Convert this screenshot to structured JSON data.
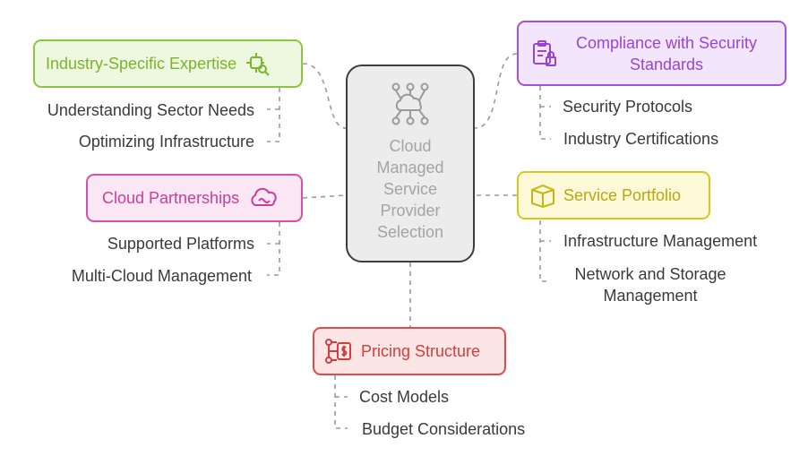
{
  "center": {
    "label": "Cloud\nManaged\nService\nProvider\nSelection",
    "icon": "cloud-network-icon"
  },
  "branches": {
    "expertise": {
      "title": "Industry-Specific Expertise",
      "icon": "gear-search-icon",
      "color": "#8cc63f",
      "items": [
        "Understanding Sector Needs",
        "Optimizing Infrastructure"
      ]
    },
    "partnerships": {
      "title": "Cloud Partnerships",
      "icon": "cloud-hands-icon",
      "color": "#d64fa8",
      "items": [
        "Supported Platforms",
        "Multi-Cloud Management"
      ]
    },
    "compliance": {
      "title": "Compliance with Security Standards",
      "icon": "clipboard-lock-icon",
      "color": "#a64fe0",
      "items": [
        "Security Protocols",
        "Industry Certifications"
      ]
    },
    "portfolio": {
      "title": "Service Portfolio",
      "icon": "box-icon",
      "color": "#d9c71a",
      "items": [
        "Infrastructure Management",
        "Network and Storage Management"
      ]
    },
    "pricing": {
      "title": "Pricing Structure",
      "icon": "pricing-flow-icon",
      "color": "#e04a4a",
      "items": [
        "Cost Models",
        "Budget Considerations"
      ]
    }
  }
}
